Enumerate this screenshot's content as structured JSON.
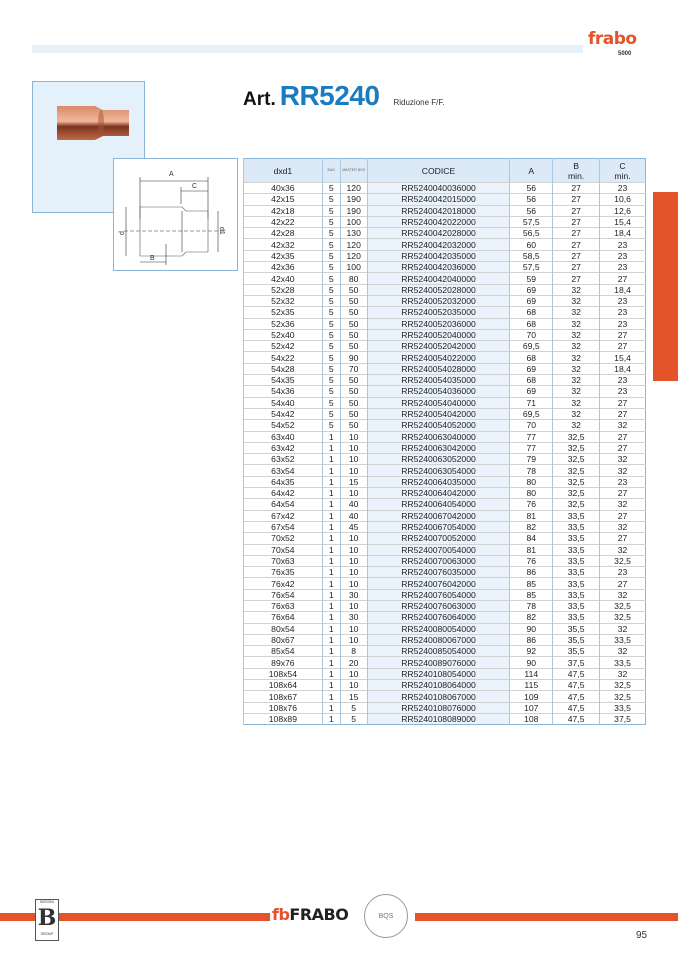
{
  "header": {
    "brand": "frabo",
    "brand_sub": "5000"
  },
  "title": {
    "prefix": "Art.",
    "code": "RR5240",
    "description": "Riduzione F/F."
  },
  "drawing": {
    "labels": {
      "a": "A",
      "b": "B",
      "c": "C",
      "d": "d",
      "d1": "d1"
    }
  },
  "table": {
    "headers": {
      "dxd1": "dxd1",
      "bag": "BAG",
      "master_box": "MASTER BOX",
      "codice": "CODICE",
      "a": "A",
      "b": "B",
      "b_sub": "min.",
      "c": "C",
      "c_sub": "min."
    },
    "rows": [
      [
        "40x36",
        "5",
        "120",
        "RR5240040036000",
        "56",
        "27",
        "23"
      ],
      [
        "42x15",
        "5",
        "190",
        "RR5240042015000",
        "56",
        "27",
        "10,6"
      ],
      [
        "42x18",
        "5",
        "190",
        "RR5240042018000",
        "56",
        "27",
        "12,6"
      ],
      [
        "42x22",
        "5",
        "100",
        "RR5240042022000",
        "57,5",
        "27",
        "15,4"
      ],
      [
        "42x28",
        "5",
        "130",
        "RR5240042028000",
        "56,5",
        "27",
        "18,4"
      ],
      [
        "42x32",
        "5",
        "120",
        "RR5240042032000",
        "60",
        "27",
        "23"
      ],
      [
        "42x35",
        "5",
        "120",
        "RR5240042035000",
        "58,5",
        "27",
        "23"
      ],
      [
        "42x36",
        "5",
        "100",
        "RR5240042036000",
        "57,5",
        "27",
        "23"
      ],
      [
        "42x40",
        "5",
        "80",
        "RR5240042040000",
        "59",
        "27",
        "27"
      ],
      [
        "52x28",
        "5",
        "50",
        "RR5240052028000",
        "69",
        "32",
        "18,4"
      ],
      [
        "52x32",
        "5",
        "50",
        "RR5240052032000",
        "69",
        "32",
        "23"
      ],
      [
        "52x35",
        "5",
        "50",
        "RR5240052035000",
        "68",
        "32",
        "23"
      ],
      [
        "52x36",
        "5",
        "50",
        "RR5240052036000",
        "68",
        "32",
        "23"
      ],
      [
        "52x40",
        "5",
        "50",
        "RR5240052040000",
        "70",
        "32",
        "27"
      ],
      [
        "52x42",
        "5",
        "50",
        "RR5240052042000",
        "69,5",
        "32",
        "27"
      ],
      [
        "54x22",
        "5",
        "90",
        "RR5240054022000",
        "68",
        "32",
        "15,4"
      ],
      [
        "54x28",
        "5",
        "70",
        "RR5240054028000",
        "69",
        "32",
        "18,4"
      ],
      [
        "54x35",
        "5",
        "50",
        "RR5240054035000",
        "68",
        "32",
        "23"
      ],
      [
        "54x36",
        "5",
        "50",
        "RR5240054036000",
        "69",
        "32",
        "23"
      ],
      [
        "54x40",
        "5",
        "50",
        "RR5240054040000",
        "71",
        "32",
        "27"
      ],
      [
        "54x42",
        "5",
        "50",
        "RR5240054042000",
        "69,5",
        "32",
        "27"
      ],
      [
        "54x52",
        "5",
        "50",
        "RR5240054052000",
        "70",
        "32",
        "32"
      ],
      [
        "63x40",
        "1",
        "10",
        "RR5240063040000",
        "77",
        "32,5",
        "27"
      ],
      [
        "63x42",
        "1",
        "10",
        "RR5240063042000",
        "77",
        "32,5",
        "27"
      ],
      [
        "63x52",
        "1",
        "10",
        "RR5240063052000",
        "79",
        "32,5",
        "32"
      ],
      [
        "63x54",
        "1",
        "10",
        "RR5240063054000",
        "78",
        "32,5",
        "32"
      ],
      [
        "64x35",
        "1",
        "15",
        "RR5240064035000",
        "80",
        "32,5",
        "23"
      ],
      [
        "64x42",
        "1",
        "10",
        "RR5240064042000",
        "80",
        "32,5",
        "27"
      ],
      [
        "64x54",
        "1",
        "40",
        "RR5240064054000",
        "76",
        "32,5",
        "32"
      ],
      [
        "67x42",
        "1",
        "40",
        "RR5240067042000",
        "81",
        "33,5",
        "27"
      ],
      [
        "67x54",
        "1",
        "45",
        "RR5240067054000",
        "82",
        "33,5",
        "32"
      ],
      [
        "70x52",
        "1",
        "10",
        "RR5240070052000",
        "84",
        "33,5",
        "27"
      ],
      [
        "70x54",
        "1",
        "10",
        "RR5240070054000",
        "81",
        "33,5",
        "32"
      ],
      [
        "70x63",
        "1",
        "10",
        "RR5240070063000",
        "76",
        "33,5",
        "32,5"
      ],
      [
        "76x35",
        "1",
        "10",
        "RR5240076035000",
        "86",
        "33,5",
        "23"
      ],
      [
        "76x42",
        "1",
        "10",
        "RR5240076042000",
        "85",
        "33,5",
        "27"
      ],
      [
        "76x54",
        "1",
        "30",
        "RR5240076054000",
        "85",
        "33,5",
        "32"
      ],
      [
        "76x63",
        "1",
        "10",
        "RR5240076063000",
        "78",
        "33,5",
        "32,5"
      ],
      [
        "76x64",
        "1",
        "30",
        "RR5240076064000",
        "82",
        "33,5",
        "32,5"
      ],
      [
        "80x54",
        "1",
        "10",
        "RR5240080054000",
        "90",
        "35,5",
        "32"
      ],
      [
        "80x67",
        "1",
        "10",
        "RR5240080067000",
        "86",
        "35,5",
        "33,5"
      ],
      [
        "85x54",
        "1",
        "8",
        "RR5240085054000",
        "92",
        "35,5",
        "32"
      ],
      [
        "89x76",
        "1",
        "20",
        "RR5240089076000",
        "90",
        "37,5",
        "33,5"
      ],
      [
        "108x54",
        "1",
        "10",
        "RR5240108054000",
        "114",
        "47,5",
        "32"
      ],
      [
        "108x64",
        "1",
        "10",
        "RR5240108064000",
        "115",
        "47,5",
        "32,5"
      ],
      [
        "108x67",
        "1",
        "15",
        "RR5240108067000",
        "109",
        "47,5",
        "32,5"
      ],
      [
        "108x76",
        "1",
        "5",
        "RR5240108076000",
        "107",
        "47,5",
        "33,5"
      ],
      [
        "108x89",
        "1",
        "5",
        "RR5240108089000",
        "108",
        "47,5",
        "37,5"
      ]
    ]
  },
  "footer": {
    "group_logo": "BOSONI B GROUP",
    "frabo_mark": "fb",
    "frabo": "FRABO",
    "seal": "BQS",
    "page": "95"
  },
  "colors": {
    "accent": "#e4532a",
    "blue": "#1a7bc0",
    "light_blue": "#dbeaf6"
  }
}
